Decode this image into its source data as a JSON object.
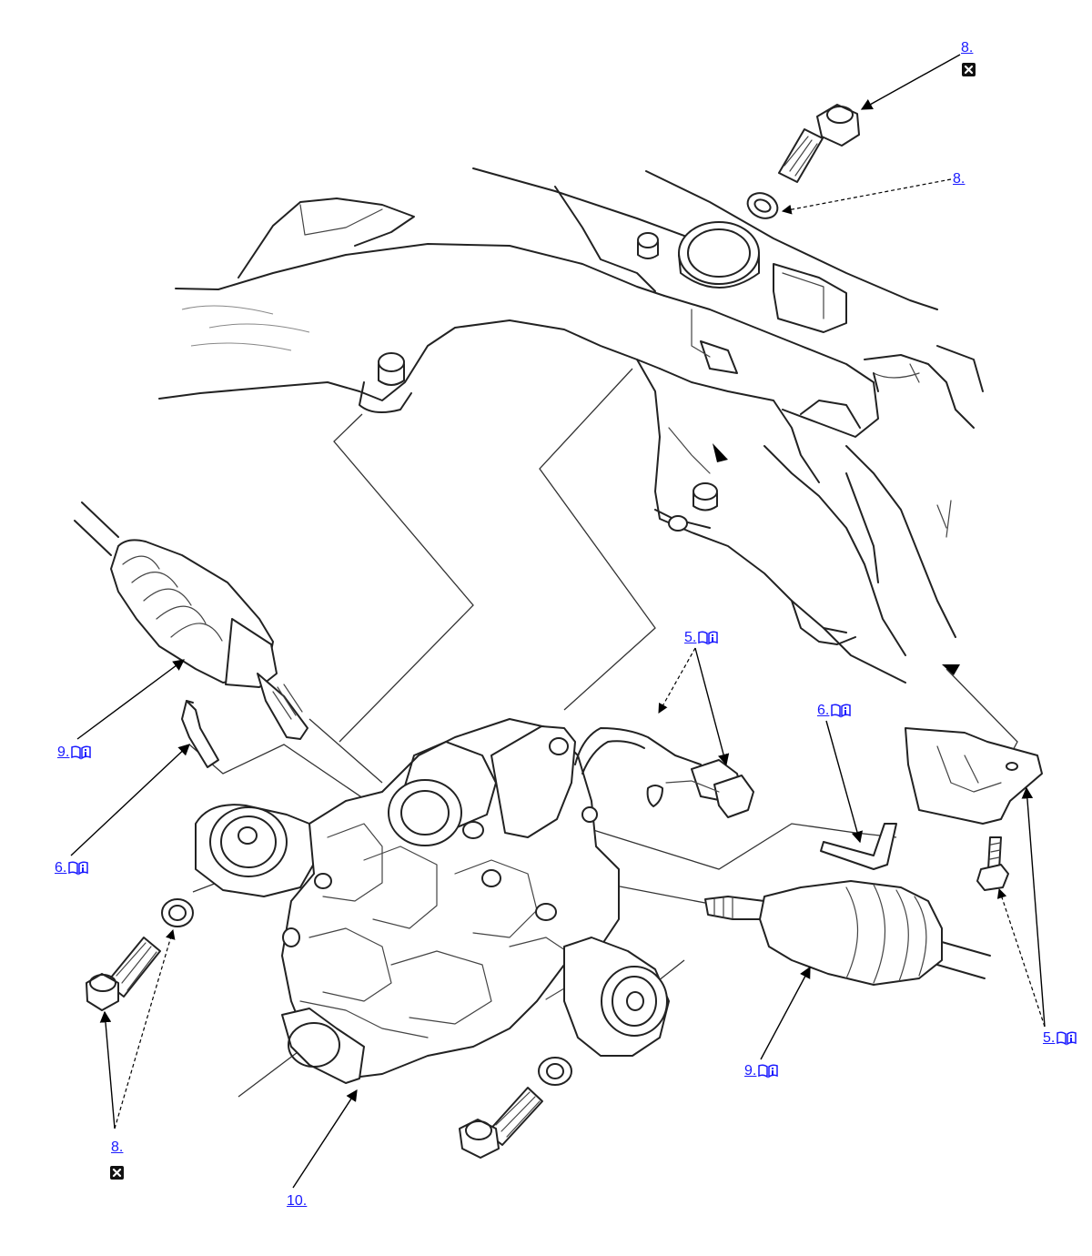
{
  "callouts": [
    {
      "id": "c-8-top",
      "label": "8."
    },
    {
      "id": "c-8-washer-top",
      "label": "8."
    },
    {
      "id": "c-5-top",
      "label": "5."
    },
    {
      "id": "c-6-right",
      "label": "6."
    },
    {
      "id": "c-9-left",
      "label": "9."
    },
    {
      "id": "c-6-left",
      "label": "6."
    },
    {
      "id": "c-5-right",
      "label": "5."
    },
    {
      "id": "c-9-right",
      "label": "9."
    },
    {
      "id": "c-8-bottom",
      "label": "8."
    },
    {
      "id": "c-10",
      "label": "10."
    }
  ],
  "icons": {
    "info": "book-info-icon",
    "replace": "replace-x-icon"
  },
  "colors": {
    "link": "#1a1aff",
    "line": "#222222",
    "badge": "#111111"
  }
}
